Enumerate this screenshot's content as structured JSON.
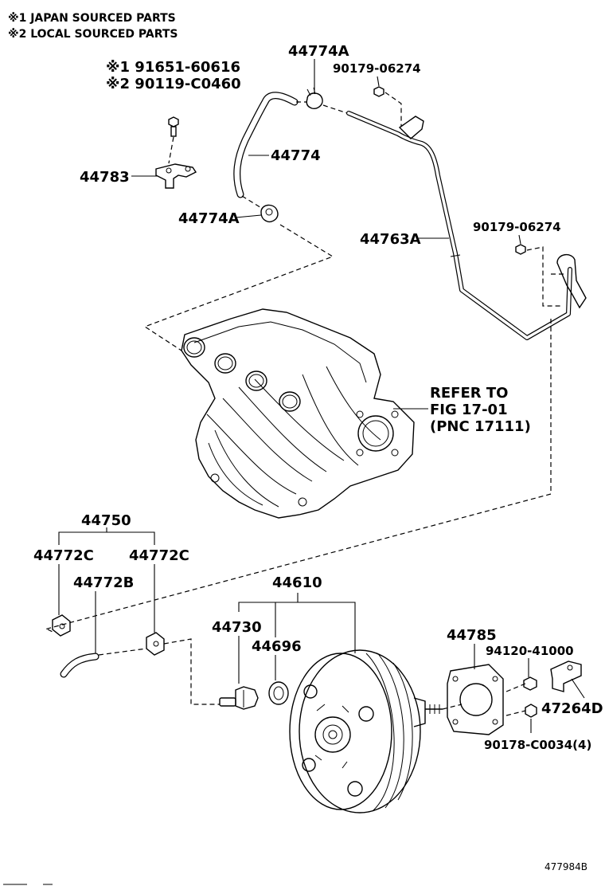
{
  "notes": {
    "note1": "※1 JAPAN SOURCED PARTS",
    "note2": "※2 LOCAL SOURCED PARTS"
  },
  "labels": {
    "p44774A_top": "44774A",
    "p90179_top": "90179-06274",
    "bolt_ref1": "※1 91651-60616",
    "bolt_ref2": "※2 90119-C0460",
    "p44774": "44774",
    "p44783": "44783",
    "p44774A_low": "44774A",
    "p44763A": "44763A",
    "p90179_mid": "90179-06274",
    "refer1": "REFER TO",
    "refer2": "FIG 17-01",
    "refer3": "(PNC 17111)",
    "p44750": "44750",
    "p44772C_left": "44772C",
    "p44772C_right": "44772C",
    "p44772B": "44772B",
    "p44610": "44610",
    "p44730": "44730",
    "p44696": "44696",
    "p44785": "44785",
    "p94120": "94120-41000",
    "p47264D": "47264D",
    "p90178": "90178-C0034(4)",
    "figure_id": "477984B"
  }
}
